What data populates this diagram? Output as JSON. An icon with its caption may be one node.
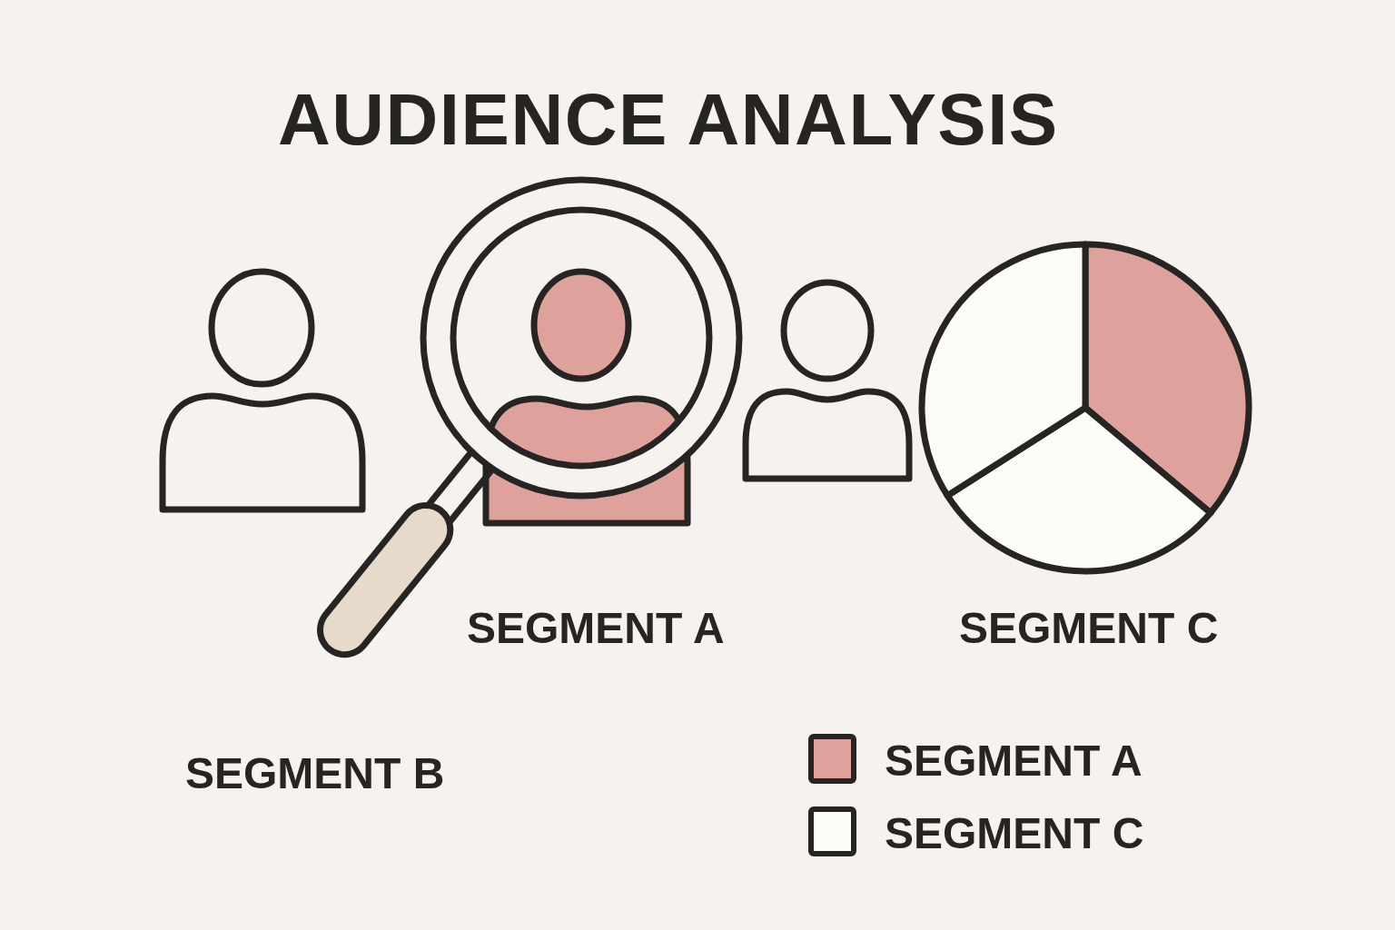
{
  "diagram": {
    "title": "AUDIENCE ANALYSIS",
    "labels": [
      "SEGMENT A",
      "SEGMENT C",
      "SEGMENT B"
    ],
    "legend": [
      {
        "text": "SEGMENT A",
        "color": "#dea19b"
      },
      {
        "text": "SEGMENT C",
        "color": "#fcfbf8"
      }
    ]
  }
}
